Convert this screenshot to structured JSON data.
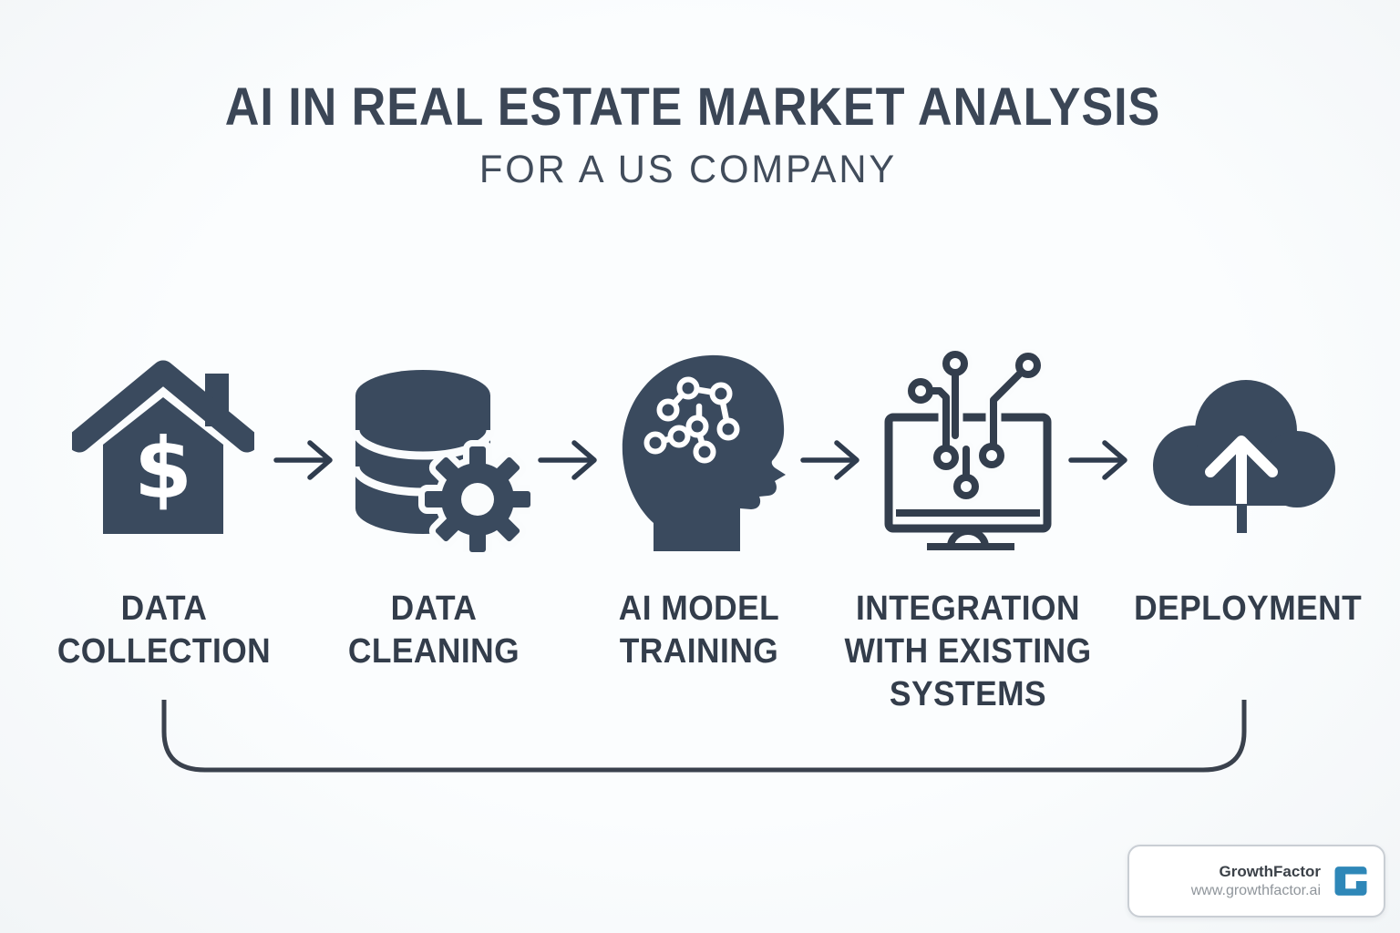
{
  "title": "AI IN REAL ESTATE MARKET ANALYSIS",
  "subtitle": "FOR A US COMPANY",
  "steps": [
    {
      "name": "data-collection",
      "icon": "house-dollar-icon",
      "currency_symbol": "$",
      "label_lines": [
        "DATA",
        "COLLECTION"
      ]
    },
    {
      "name": "data-cleaning",
      "icon": "database-gear-icon",
      "label_lines": [
        "DATA",
        "CLEANING"
      ]
    },
    {
      "name": "ai-model-training",
      "icon": "head-neural-network-icon",
      "label_lines": [
        "AI MODEL",
        "TRAINING"
      ]
    },
    {
      "name": "integration-with-existing-systems",
      "icon": "monitor-circuit-icon",
      "label_lines": [
        "INTEGRATION",
        "WITH EXISTING",
        "SYSTEMS"
      ]
    },
    {
      "name": "deployment",
      "icon": "cloud-upload-icon",
      "label_lines": [
        "DEPLOYMENT"
      ]
    }
  ],
  "footer": {
    "brand": "GrowthFactor",
    "website": "www.growthfactor.ai",
    "logo": "growthfactor-g-icon"
  },
  "colors": {
    "background": "#f7f9fb",
    "icon_fill": "#3a4a5e",
    "icon_outline": "#333e4d",
    "title_text": "#3b4656",
    "label_text": "#333d4b",
    "arrow": "#2f3c4e",
    "feedback_loop": "#3a414d",
    "brand_blue": "#2e87b8",
    "brand_url_text": "#8f959b"
  }
}
